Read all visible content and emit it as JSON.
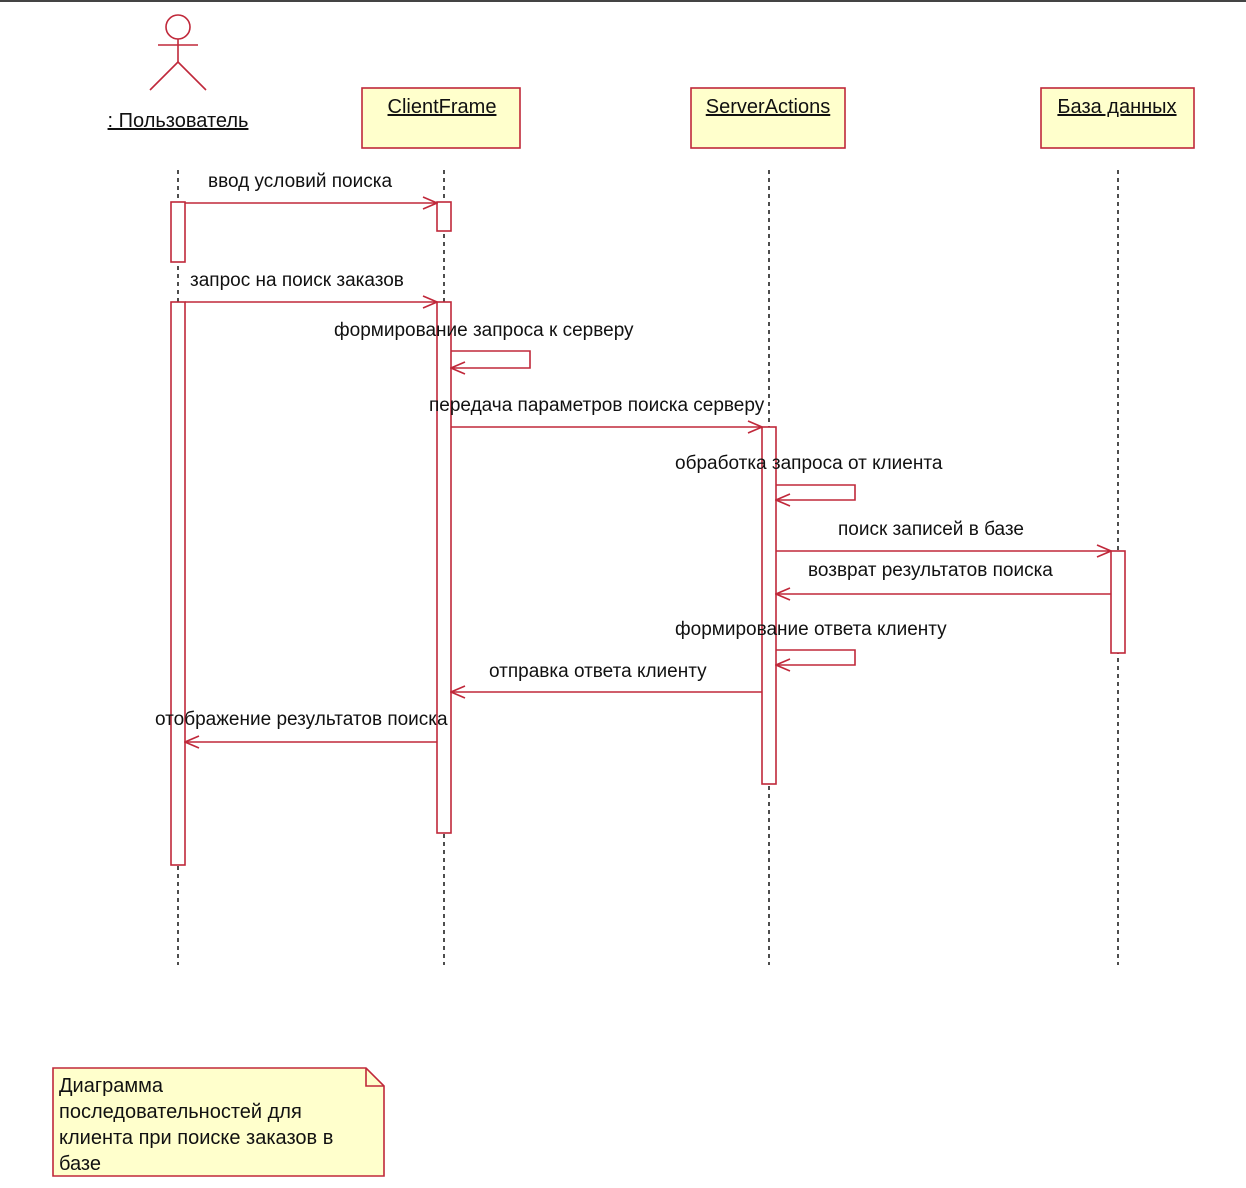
{
  "actor": {
    "label": ": Пользователь"
  },
  "objects": [
    {
      "id": "clientframe",
      "label": "ClientFrame"
    },
    {
      "id": "serveractions",
      "label": "ServerActions"
    },
    {
      "id": "database",
      "label": "База данных"
    }
  ],
  "messages": [
    {
      "id": "m1",
      "label": "ввод условий поиска",
      "from": "user",
      "to": "clientframe"
    },
    {
      "id": "m2",
      "label": "запрос на поиск заказов",
      "from": "user",
      "to": "clientframe"
    },
    {
      "id": "m3",
      "label": "формирование запроса к серверу",
      "from": "clientframe",
      "to": "clientframe"
    },
    {
      "id": "m4",
      "label": "передача параметров поиска серверу",
      "from": "clientframe",
      "to": "serveractions"
    },
    {
      "id": "m5",
      "label": "обработка запроса от клиента",
      "from": "serveractions",
      "to": "serveractions"
    },
    {
      "id": "m6",
      "label": "поиск записей в базе",
      "from": "serveractions",
      "to": "database"
    },
    {
      "id": "m7",
      "label": "возврат результатов поиска",
      "from": "database",
      "to": "serveractions"
    },
    {
      "id": "m8",
      "label": "формирование ответа клиенту",
      "from": "serveractions",
      "to": "serveractions"
    },
    {
      "id": "m9",
      "label": "отправка ответа клиенту",
      "from": "serveractions",
      "to": "clientframe"
    },
    {
      "id": "m10",
      "label": "отображение результатов поиска",
      "from": "clientframe",
      "to": "user"
    }
  ],
  "note": {
    "lines": [
      "Диаграмма",
      "последовательностей для",
      "клиента при поиске заказов в",
      "базе"
    ]
  },
  "colors": {
    "line": "#c0283a",
    "box_fill": "#ffffcc",
    "activation_fill": "#ffffff",
    "lifeline": "#222222"
  }
}
